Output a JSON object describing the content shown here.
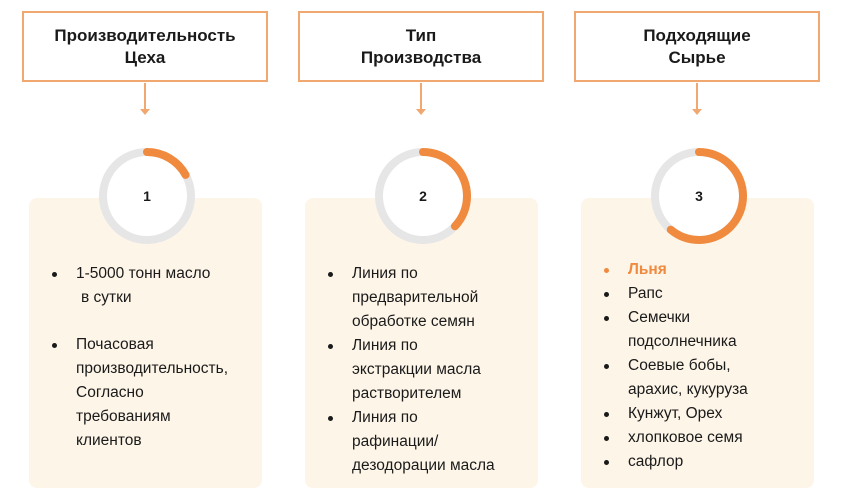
{
  "columns": [
    {
      "header": [
        "Производительность",
        "Цеха"
      ],
      "number": "1",
      "progress": 0.17,
      "items": [
        [
          "1-5000 тонн масло",
          "в сутки"
        ],
        [
          "Почасовая",
          "производительность,",
          "Согласно",
          "требованиям",
          "клиентов"
        ]
      ]
    },
    {
      "header": [
        "Тип",
        "Производства"
      ],
      "number": "2",
      "progress": 0.37,
      "items": [
        [
          "Линия по",
          "предварительной",
          "обработке семян"
        ],
        [
          "Линия по",
          "экстракции масла",
          "растворителем"
        ],
        [
          "Линия по",
          "рафинации/",
          "дезодорации масла"
        ]
      ]
    },
    {
      "header": [
        "Подходящие",
        "Сырье"
      ],
      "number": "3",
      "progress": 0.61,
      "items": [
        [
          "Льня"
        ],
        [
          "Рапс"
        ],
        [
          "Семечки",
          "подсолнечника"
        ],
        [
          "Соевые бобы,",
          "арахис, кукуруза"
        ],
        [
          "Кунжут, Орех"
        ],
        [
          "хлопковое семя"
        ],
        [
          "сафлор"
        ]
      ]
    }
  ],
  "colors": {
    "accent": "#f08a3e",
    "header_border": "#f0a770",
    "ring_track": "#e6e6e6",
    "card_bg": "#fdf5e8"
  }
}
